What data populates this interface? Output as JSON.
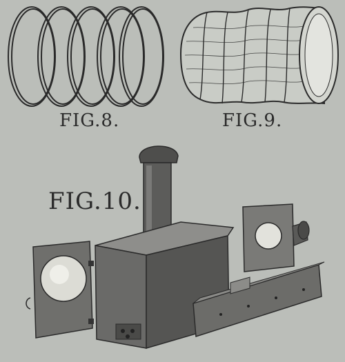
{
  "figures": {
    "fig8": "FIG.8.",
    "fig9": "FIG.9.",
    "fig10": "FIG.10."
  },
  "colors": {
    "paper": "#bbbeb9",
    "ink": "#2b2b2b",
    "wood_dark": "#5f5f5d",
    "wood_mid": "#7c7c79",
    "lens": "#e6e6e0"
  }
}
